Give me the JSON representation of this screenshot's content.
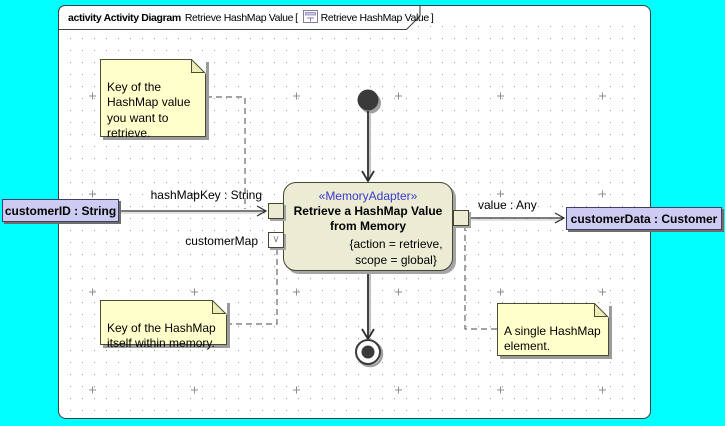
{
  "frame_heading": {
    "diagram_kind": "activity Activity Diagram",
    "diagram_name": "Retrieve HashMap Value",
    "bracket_open": "[",
    "ref_name": "Retrieve HashMap Value",
    "bracket_close": "]"
  },
  "action_node": {
    "stereotype": "«MemoryAdapter»",
    "name": "Retrieve a HashMap Value\nfrom Memory",
    "tagged_values": "{action = retrieve,\nscope = global}"
  },
  "pins": {
    "input_key_label": "hashMapKey : String",
    "input_map_label": "customerMap",
    "input_map_glyph": "∨",
    "output_label": "value : Any"
  },
  "parameters": {
    "input": "customerID : String",
    "output": "customerData : Customer"
  },
  "notes": [
    {
      "text": "Key of the\nHashMap value\nyou want to\nretrieve."
    },
    {
      "text": "Key of the HashMap\nitself within memory."
    },
    {
      "text": "A single HashMap\nelement."
    }
  ],
  "colors": {
    "canvas": "#00FFFF",
    "note_fill": "#FFFFCC",
    "action_fill": "#ECECD4",
    "parameter_fill": "#CCCCF2",
    "stereotype_text": "#3A3ACC",
    "edge": "#2D2D2D"
  }
}
